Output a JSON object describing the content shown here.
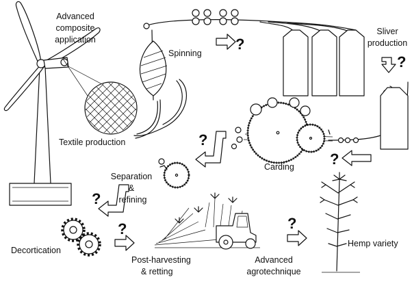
{
  "labels": {
    "composite": [
      "Advanced",
      "composite",
      "application"
    ],
    "spinning": "Spinning",
    "sliver": [
      "Sliver",
      "production"
    ],
    "textile": "Textile production",
    "carding": "Carding",
    "separation": [
      "Separation",
      "&",
      "refining"
    ],
    "decortication": "Decortication",
    "post_harvesting": [
      "Post-harvesting",
      "& retting"
    ],
    "agrotechnique": [
      "Advanced",
      "agrotechnique"
    ],
    "hemp_variety": "Hemp variety"
  },
  "question_mark": "?"
}
